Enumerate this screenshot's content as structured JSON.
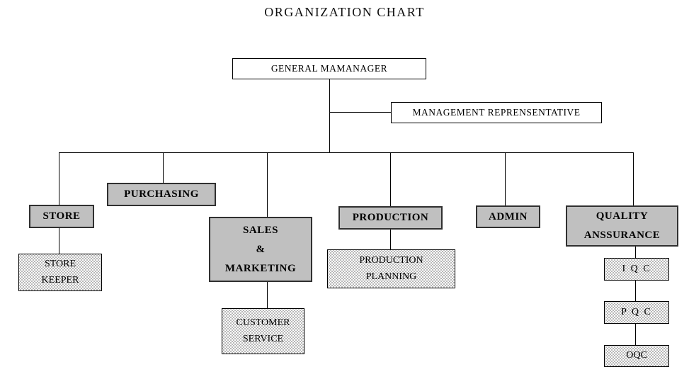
{
  "title": "ORGANIZATION CHART",
  "org": {
    "root": {
      "label": "GENERAL MAMANAGER"
    },
    "staff": {
      "label": "MANAGEMENT REPRENSENTATIVE"
    },
    "departments": {
      "store": {
        "label": "STORE"
      },
      "purchasing": {
        "label": "PURCHASING"
      },
      "sales_marketing": {
        "label": "SALES\n&\nMARKETING"
      },
      "production": {
        "label": "PRODUCTION"
      },
      "admin": {
        "label": "ADMIN"
      },
      "quality_assurance": {
        "label": "QUALITY\nANSSURANCE"
      }
    },
    "sub_units": {
      "store_keeper": {
        "label": "STORE\nKEEPER"
      },
      "customer_service": {
        "label": "CUSTOMER\nSERVICE"
      },
      "production_planning": {
        "label": "PRODUCTION\nPLANNING"
      },
      "iqc": {
        "label": "I Q C"
      },
      "pqc": {
        "label": "P Q C"
      },
      "oqc": {
        "label": "OQC"
      }
    },
    "colors": {
      "department_fill": "#c0c0c0",
      "sub_unit_fill": "dotted-light-gray",
      "line": "#000000",
      "background": "#ffffff"
    }
  }
}
